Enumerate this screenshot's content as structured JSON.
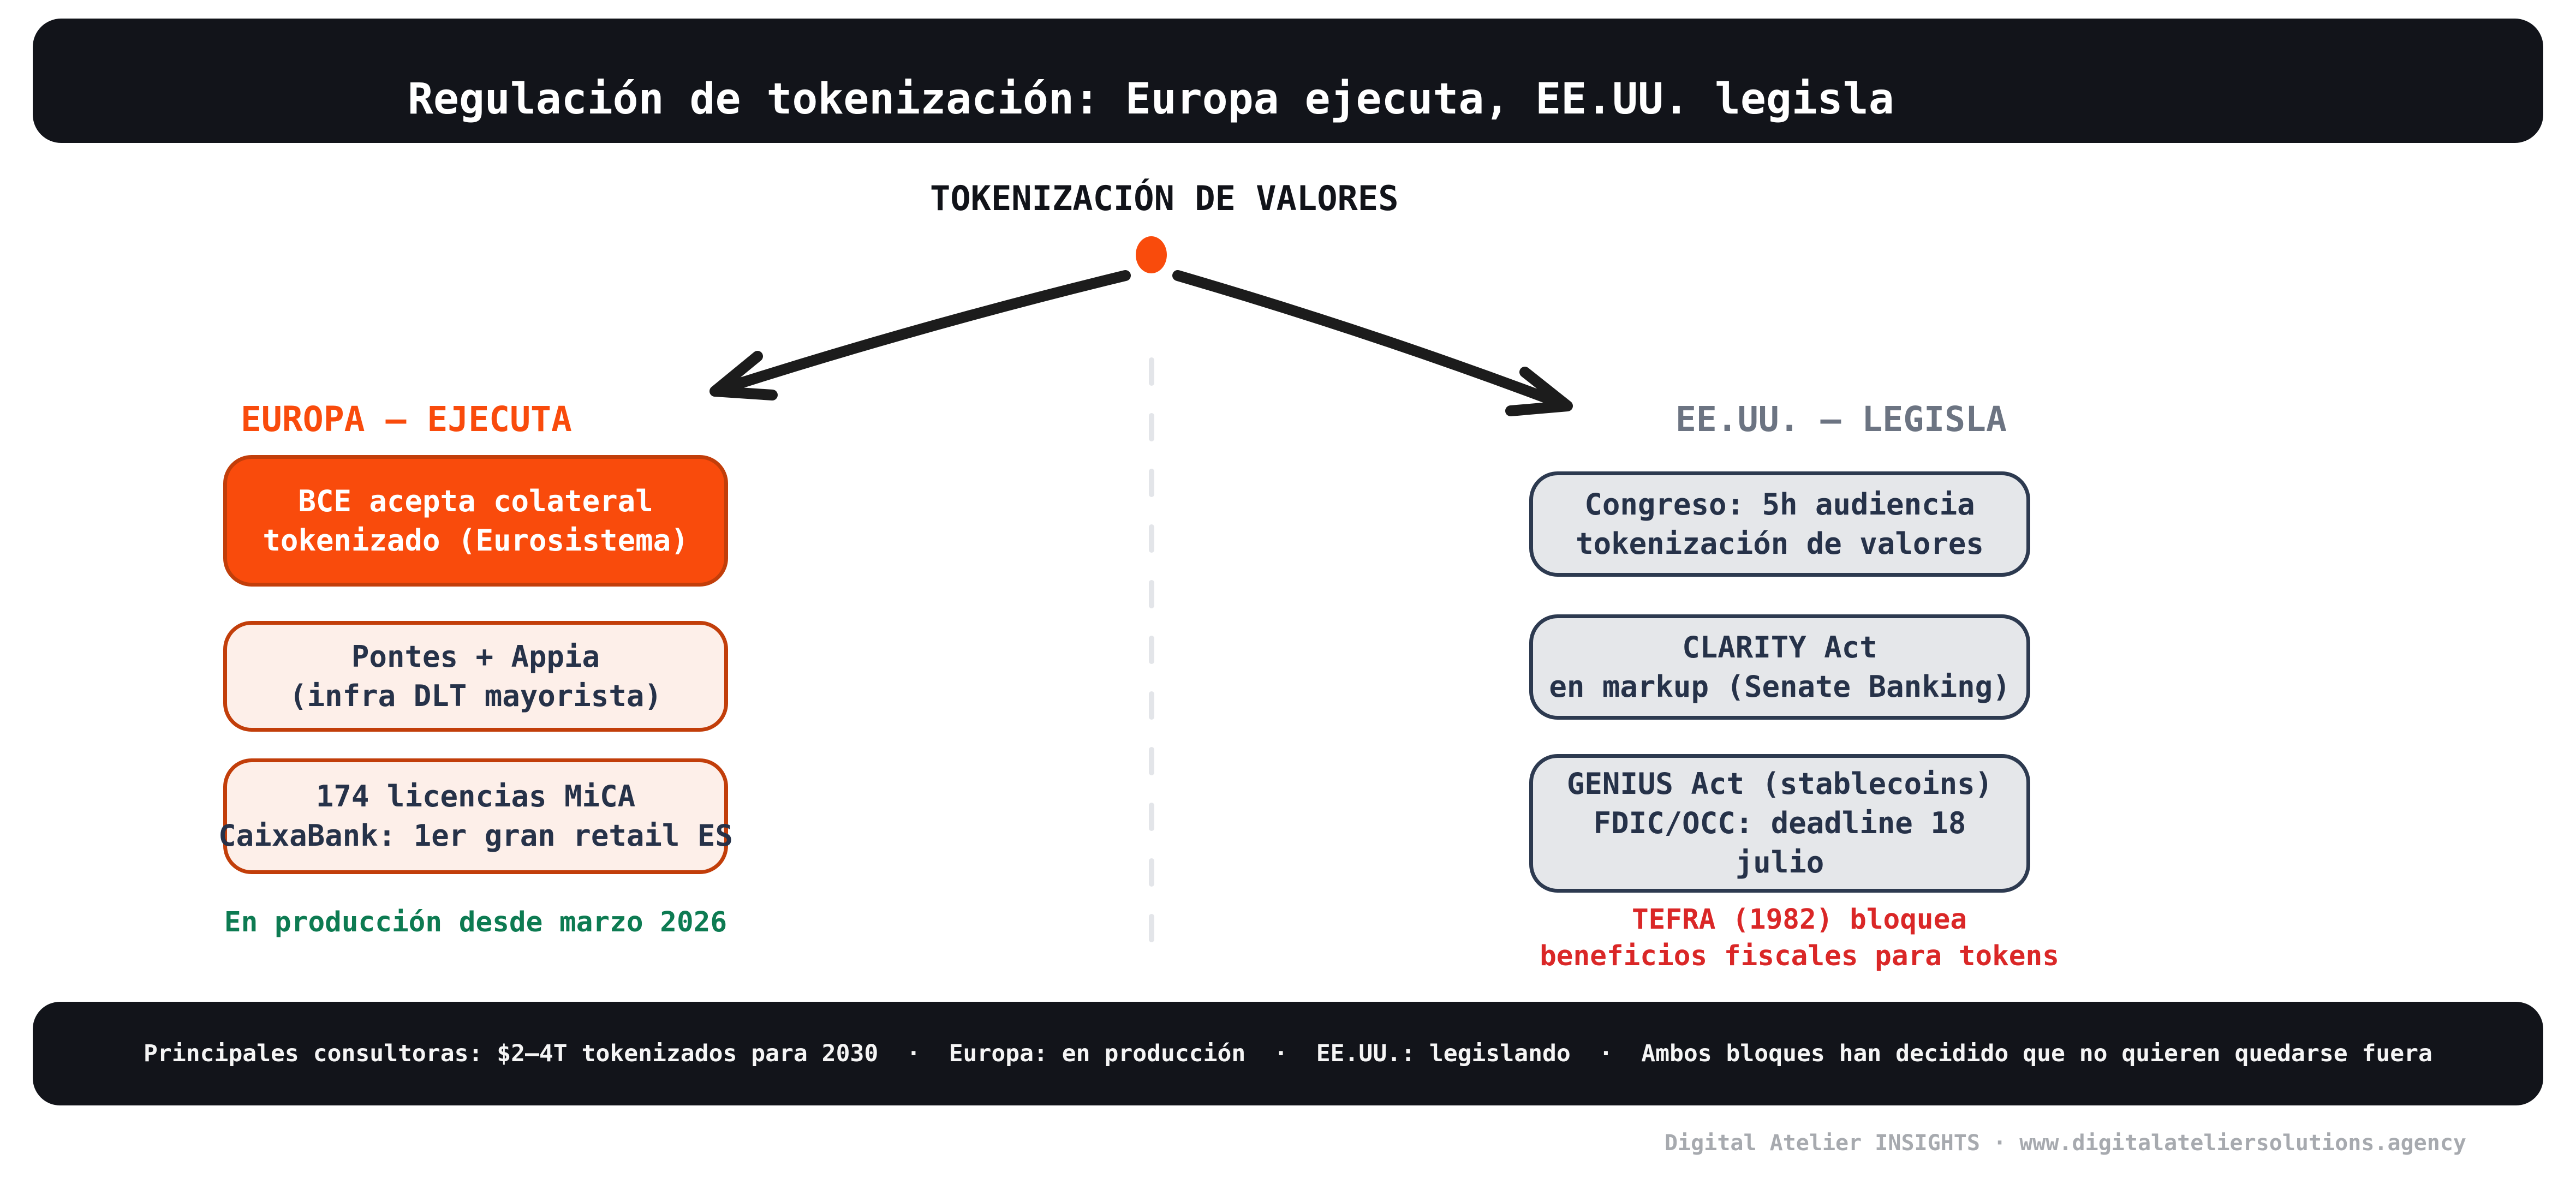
{
  "header": {
    "title": "Regulación de tokenización: Europa ejecuta, EE.UU. legisla"
  },
  "tree": {
    "root_label": "TOKENIZACIÓN DE VALORES"
  },
  "left_column": {
    "header": "EUROPA — EJECUTA",
    "boxes": [
      {
        "lines": [
          "BCE acepta colateral",
          "tokenizado (Eurosistema)"
        ]
      },
      {
        "lines": [
          "Pontes + Appia",
          "(infra DLT mayorista)"
        ]
      },
      {
        "lines": [
          "174 licencias MiCA",
          "CaixaBank: 1er gran retail ES"
        ]
      }
    ],
    "note": "En producción desde marzo 2026"
  },
  "right_column": {
    "header": "EE.UU. — LEGISLA",
    "boxes": [
      {
        "lines": [
          "Congreso: 5h audiencia",
          "tokenización de valores"
        ]
      },
      {
        "lines": [
          "CLARITY Act",
          "en markup (Senate Banking)"
        ]
      },
      {
        "lines": [
          "GENIUS Act (stablecoins)",
          "FDIC/OCC: deadline 18",
          "julio"
        ]
      }
    ],
    "note_lines": [
      "TEFRA (1982) bloquea",
      "beneficios fiscales para tokens"
    ]
  },
  "summary": {
    "text": "Principales consultoras: $2–4T tokenizados para 2030  ·  Europa: en producción  ·  EE.UU.: legislando  ·  Ambos bloques han decidido que no quieren quedarse fuera"
  },
  "attribution": {
    "text": "Digital Atelier INSIGHTS · www.digitalateliersolutions.agency"
  },
  "colors": {
    "bar_background": "#12141a",
    "accent_orange": "#f94b0c",
    "orange_border": "#c23e0a",
    "peach_fill": "#fdefe9",
    "navy_text": "#263249",
    "slate_border": "#2d3a50",
    "gray_fill": "#e5e7ea",
    "gray_header": "#6c7482",
    "green_note": "#0d7b52",
    "red_note": "#da2727",
    "divider_gray": "#e3e5e9",
    "attribution_gray": "#a7aaaf",
    "arrow_black": "#1c1c1c"
  }
}
